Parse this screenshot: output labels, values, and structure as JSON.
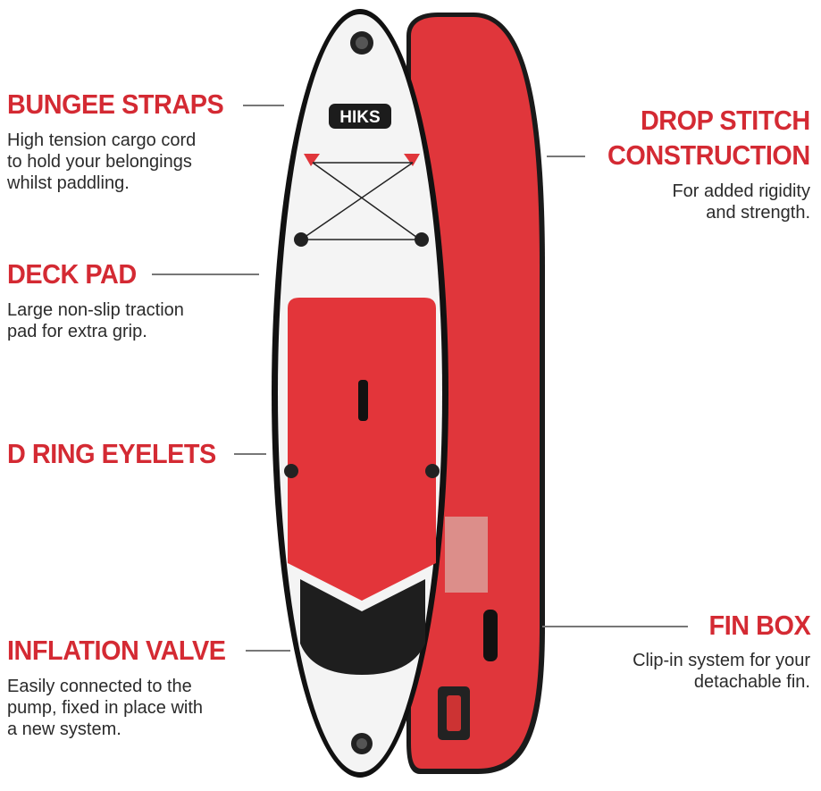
{
  "brand": "HIKS",
  "colors": {
    "accent": "#d42a33",
    "board_red": "#e0363b",
    "text": "#2b2b2b"
  },
  "features": {
    "bungee": {
      "title": "BUNGEE STRAPS",
      "lines": [
        "High tension cargo cord",
        "to hold your belongings",
        "whilst paddling."
      ]
    },
    "deck": {
      "title": "DECK PAD",
      "lines": [
        "Large non-slip traction",
        "pad for extra grip."
      ]
    },
    "dring": {
      "title": "D RING EYELETS"
    },
    "valve": {
      "title": "INFLATION VALVE",
      "lines": [
        "Easily connected to the",
        "pump, fixed in place with",
        "a new system."
      ]
    },
    "drop": {
      "title_lines": [
        "DROP STITCH",
        "CONSTRUCTION"
      ],
      "lines": [
        "For added rigidity",
        "and strength."
      ]
    },
    "fin": {
      "title": "FIN BOX",
      "lines": [
        "Clip-in system for your",
        "detachable fin."
      ]
    }
  }
}
